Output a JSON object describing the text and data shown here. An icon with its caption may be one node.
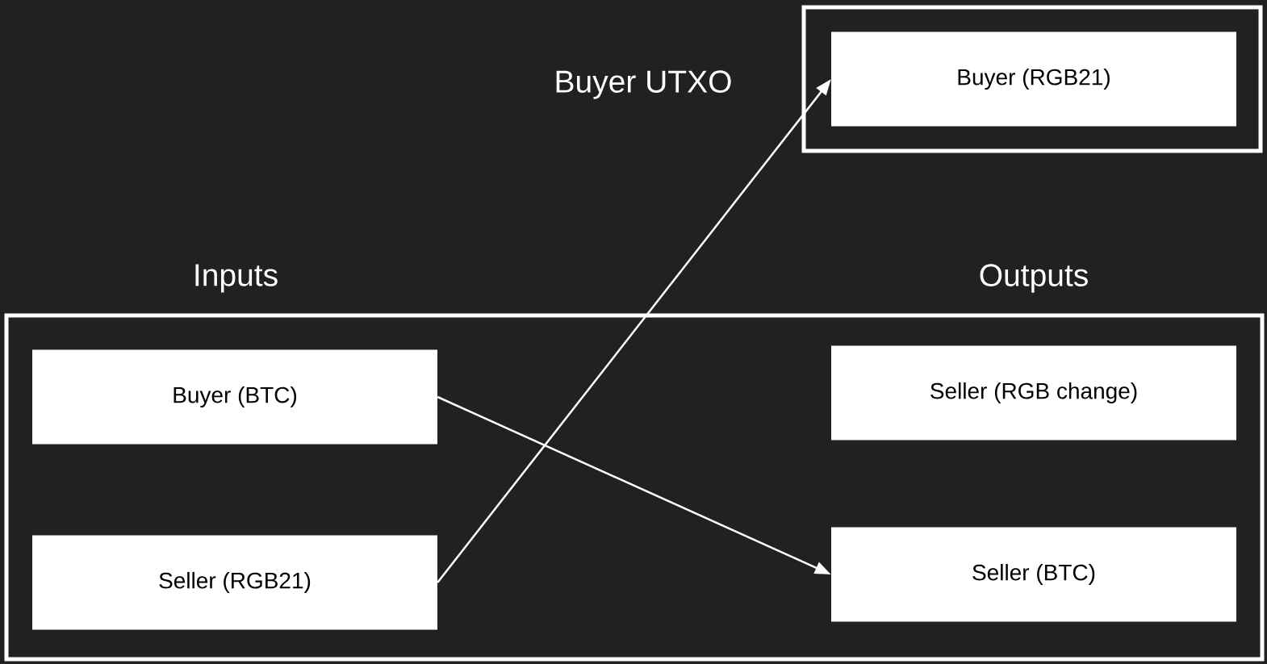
{
  "diagram": {
    "nodes": [
      {
        "text": [
          "Buyer UTXO"
        ]
      },
      {
        "text": [
          "Buyer (RGB21)"
        ],
        "in": 0
      },
      {
        "text": [
          "Inputs",
          "Outputs"
        ]
      },
      {
        "text": [
          "Buyer (BTC)"
        ],
        "in": 2
      },
      {
        "text": [
          "Seller (RGB21)"
        ],
        "in": 2
      },
      {
        "text": [
          "Seller (RGB change)"
        ],
        "in": 2
      },
      {
        "text": [
          "Seller (BTC)"
        ],
        "in": 2
      }
    ],
    "edges": [
      {
        "from": 4,
        "to": 1,
        "arrow": "to"
      },
      {
        "from": 3,
        "to": 6,
        "arrow": "to"
      }
    ]
  }
}
